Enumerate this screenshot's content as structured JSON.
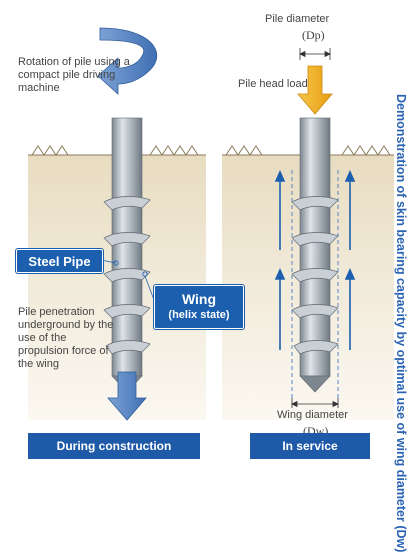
{
  "left": {
    "rotation_text": "Rotation of pile using a compact pile driving machine",
    "steel_pipe_label": "Steel Pipe",
    "wing_label": "Wing",
    "wing_sub_label": "(helix state)",
    "penetration_text": "Pile penetration underground by the use of the propulsion force of the wing",
    "footer": "During construction"
  },
  "right": {
    "pile_diameter_label": "Pile diameter",
    "pile_diameter_symbol": "(Dp)",
    "pile_head_load_label": "Pile head load",
    "wing_diameter_label": "Wing diameter",
    "wing_diameter_symbol": "(Dw)",
    "vertical_text": "Demonstration of skin bearing capacity by optimal use of wing diameter (Dw)",
    "footer": "In service"
  },
  "colors": {
    "accent": "#1c5fae",
    "arrow_blue": "#5a88c6",
    "load_arrow": "#f3b21d",
    "ground": "#efe6cf"
  }
}
